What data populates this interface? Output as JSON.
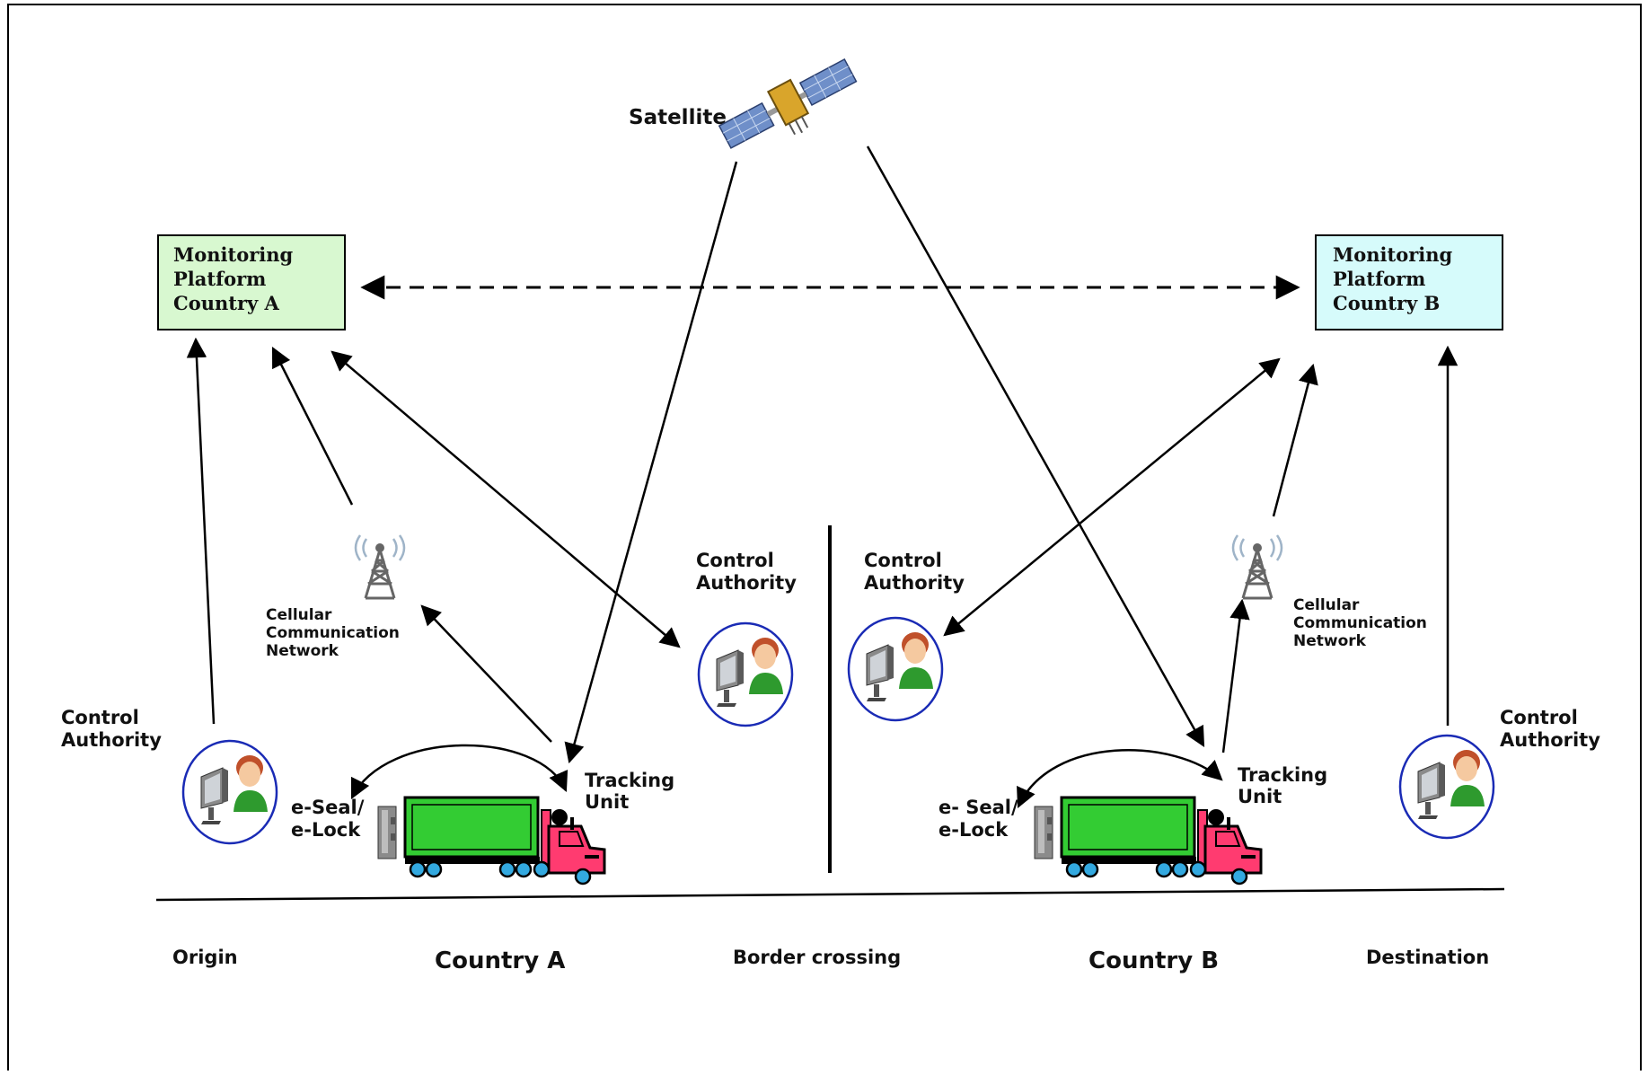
{
  "satellite": {
    "label": "Satellite"
  },
  "platform_a": {
    "lines": [
      "Monitoring",
      "Platform",
      "Country A"
    ],
    "fill": "#d8f8d0"
  },
  "platform_b": {
    "lines": [
      "Monitoring",
      "Platform",
      "Country B"
    ],
    "fill": "#d6fbfb"
  },
  "control_authority": [
    "Control",
    "Authority"
  ],
  "cellular": [
    "Cellular",
    "Communication",
    "Network"
  ],
  "eseal_a": [
    "e-Seal/",
    "e-Lock"
  ],
  "eseal_b": [
    "e- Seal/",
    "e-Lock"
  ],
  "tracking": [
    "Tracking",
    "Unit"
  ],
  "bottom_labels": {
    "origin": "Origin",
    "country_a": "Country A",
    "border": "Border crossing",
    "country_b": "Country B",
    "destination": "Destination"
  },
  "colors": {
    "truck_trailer": "#33cc33",
    "truck_cab": "#ff3b70",
    "wheel": "#33a9e0",
    "person_circle": "#1a2bb5",
    "person_shirt": "#2e9a2e",
    "person_hair": "#c0502a"
  }
}
